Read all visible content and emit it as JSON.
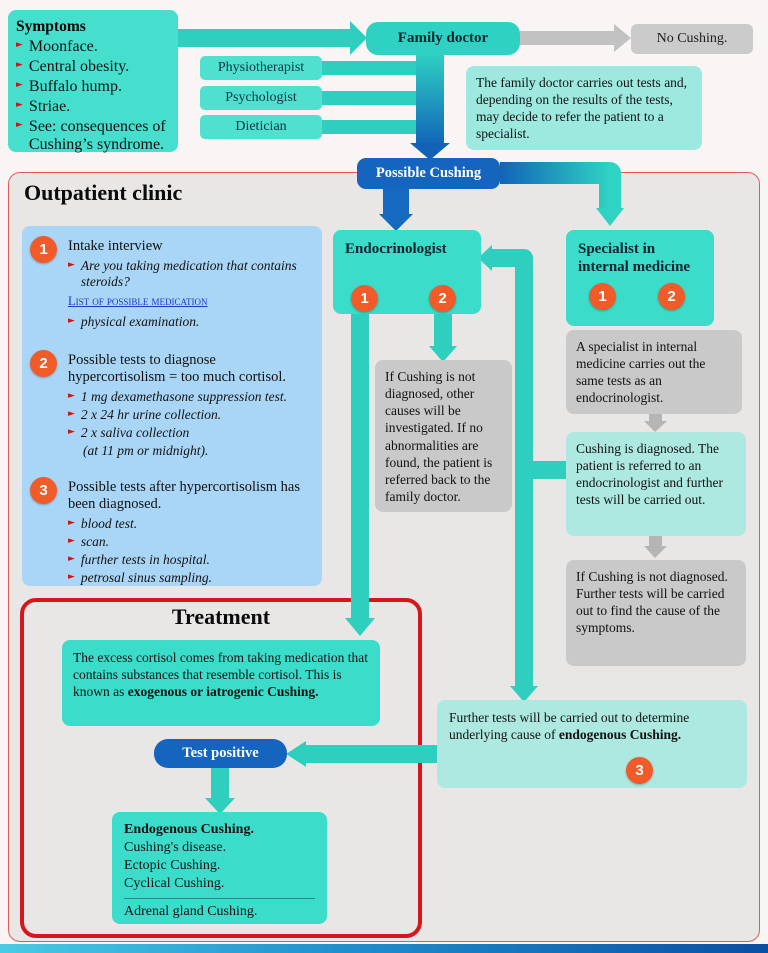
{
  "colors": {
    "turquoise": "#3cdcca",
    "turquoise_light": "#aee9e1",
    "blue": "#1565be",
    "orange": "#f15a29",
    "gray_box": "#c9c9c9",
    "light_blue": "#a9d6f6",
    "red_border": "#d5161d"
  },
  "top": {
    "symptoms": {
      "title": "Symptoms",
      "items": [
        "Moonface.",
        "Central obesity.",
        "Buffalo hump.",
        "Striae.",
        "See: consequences of Cushing’s syndrome."
      ]
    },
    "allied_health": [
      "Physiotherapist",
      "Psychologist",
      "Dietician"
    ],
    "family_doctor_label": "Family doctor",
    "no_cushing_label": "No Cushing.",
    "family_doctor_info": "The family doctor carries out tests and, depending on the results of the tests, may decide to refer the patient to a specialist.",
    "possible_cushing_label": "Possible Cushing"
  },
  "outpatient": {
    "title": "Outpatient clinic",
    "intake": {
      "num": "1",
      "title": "Intake interview",
      "question": "Are you taking medication that contains steroids?",
      "link": "List of possible medication",
      "exam": "physical examination."
    },
    "tests_diagnose": {
      "num": "2",
      "title": "Possible tests to diagnose hypercortisolism = too much cortisol.",
      "bullets": [
        "1 mg dexamethasone suppression test.",
        "2 x 24 hr urine collection.",
        "2 x saliva collection"
      ],
      "note": "(at 11 pm or midnight)."
    },
    "tests_after": {
      "num": "3",
      "title": "Possible tests after hypercortisolism has been diagnosed.",
      "bullets": [
        "blood test.",
        "scan.",
        "further tests in hospital.",
        "petrosal sinus sampling."
      ]
    },
    "endocrinologist": {
      "label": "Endocrinologist",
      "badge1": "1",
      "badge2": "2"
    },
    "specialist": {
      "label": "Specialist in internal medicine",
      "badge1": "1",
      "badge2": "2"
    },
    "endo_not_diagnosed": "If Cushing is not diagnosed, other causes will be investigated. If no abnormalities are found, the patient is referred back to the family doctor.",
    "specialist_same_tests": "A specialist in internal medicine carries out the same tests as an endocrinologist.",
    "cushing_diagnosed": "Cushing is diagnosed. The patient is referred to an endocrinologist and further tests will be carried out.",
    "not_diagnosed_further": "If Cushing is not diagnosed. Further tests will be carried out to find the cause of the symptoms.",
    "further_tests": {
      "text": "Further tests will be carried out to determine underlying cause of ",
      "bold": "endogenous Cushing.",
      "badge": "3"
    }
  },
  "treatment": {
    "title": "Treatment",
    "exogenous": {
      "text": "The excess cortisol comes from taking medication that contains substances that resemble cortisol. This is known as ",
      "bold": "exogenous or iatrogenic Cushing."
    },
    "test_positive_label": "Test positive",
    "endogenous": {
      "title": "Endogenous Cushing.",
      "lines": [
        "Cushing's disease.",
        "Ectopic Cushing.",
        "Cyclical Cushing."
      ],
      "below_divider": "Adrenal gland Cushing."
    }
  }
}
